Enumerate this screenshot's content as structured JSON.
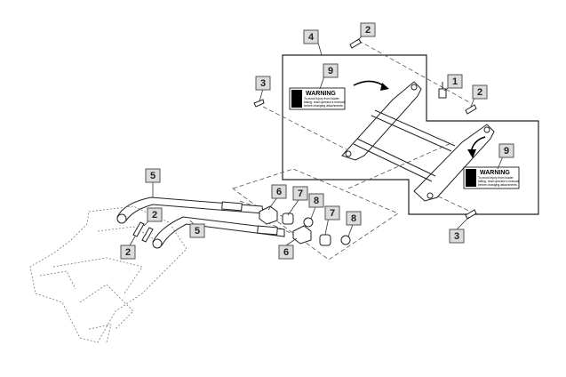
{
  "callouts": {
    "c1": "1",
    "c2a": "2",
    "c2b": "2",
    "c2c": "2",
    "c2d": "2",
    "c3a": "3",
    "c3b": "3",
    "c4": "4",
    "c5a": "5",
    "c5b": "5",
    "c6a": "6",
    "c6b": "6",
    "c7a": "7",
    "c7b": "7",
    "c8a": "8",
    "c8b": "8",
    "c9a": "9",
    "c9b": "9"
  },
  "warning_label": {
    "title": "WARNING",
    "line1": "To avoid injury from loader",
    "line2": "falling, read operator's manual",
    "line3": "before changing attachments."
  }
}
